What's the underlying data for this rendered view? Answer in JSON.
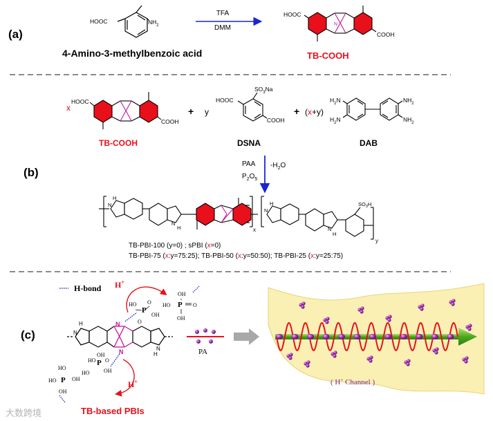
{
  "panel_a": {
    "label": "(a)",
    "reactant_cooh": "HOOC",
    "reactant_nh2": "NH",
    "reactant_nh2_sub": "2",
    "reactant_name": "4-Amino-3-methylbenzoic acid",
    "reagent_top": "TFA",
    "reagent_bottom": "DMM",
    "product_cooh_left": "HOOC",
    "product_cooh_right": "COOH",
    "product_n": "N",
    "product_name": "TB-COOH"
  },
  "panel_b": {
    "label": "(b)",
    "coef_x": "x",
    "plus_1": "+",
    "coef_y": "y",
    "plus_2": "+",
    "coef_paren_open": "(",
    "coef_paren_x": "x",
    "coef_paren_rest": "+y)",
    "tb_cooh_left": "HOOC",
    "tb_cooh_right": "COOH",
    "tb_name": "TB-COOH",
    "dsna_cooh_top": "HOOC",
    "dsna_so3na": "SO",
    "dsna_so3na_sub": "3",
    "dsna_so3na_tail": "Na",
    "dsna_cooh_bottom": "COOH",
    "dsna_name": "DSNA",
    "dab_nh2": "NH",
    "dab_nh2_sub": "2",
    "dab_h2n": "H",
    "dab_h2n_sub": "2",
    "dab_h2n_tail": "N",
    "dab_name": "DAB",
    "reagent_paa": "PAA",
    "reagent_water": "-H",
    "reagent_water_sub": "2",
    "reagent_water_tail": "O",
    "reagent_p2o5_p": "P",
    "reagent_p2o5_sub1": "2",
    "reagent_p2o5_o": "O",
    "reagent_p2o5_sub2": "5",
    "polymer_nh": "H",
    "polymer_n": "N",
    "polymer_so3h": "SO",
    "polymer_so3h_sub": "3",
    "polymer_so3h_tail": "H",
    "subscript_x": "x",
    "subscript_y": "y",
    "legend_line1": "TB-PBI-100 (y=0) ; sPBI (",
    "legend_line1_x": "x",
    "legend_line1_tail": "=0)",
    "legend_line2_a": "TB-PBI-75 (",
    "legend_line2_ax": "x",
    "legend_line2_a_tail": ":y=75:25); TB-PBI-50 (",
    "legend_line2_bx": "x",
    "legend_line2_b_tail": ":y=50:50); TB-PBI-25 (",
    "legend_line2_cx": "x",
    "legend_line2_c_tail": ":y=25:75)"
  },
  "panel_c": {
    "label": "(c)",
    "hbond_label": "H-bond",
    "h_plus_top": "H",
    "h_plus_bottom": "H",
    "plus_sign": "+",
    "phosphoric_p": "P",
    "phosphoric_o": "O",
    "phosphoric_ho": "HO",
    "phosphoric_oh": "OH",
    "tb_n": "N",
    "tb_h": "H",
    "pa_label": "PA",
    "channel_label": "( H",
    "channel_label_tail": " Channel )",
    "tb_based_name": "TB-based PBIs",
    "watermark": "大数跨境"
  },
  "colors": {
    "red": "#e8101a",
    "magenta": "#c0179a",
    "blue_arrow": "#1b23d6",
    "purple": "#7a2a8c",
    "green_arrow": "#3e9a1a",
    "channel_fill": "#faf0b4",
    "divider": "#8a8a8a"
  }
}
